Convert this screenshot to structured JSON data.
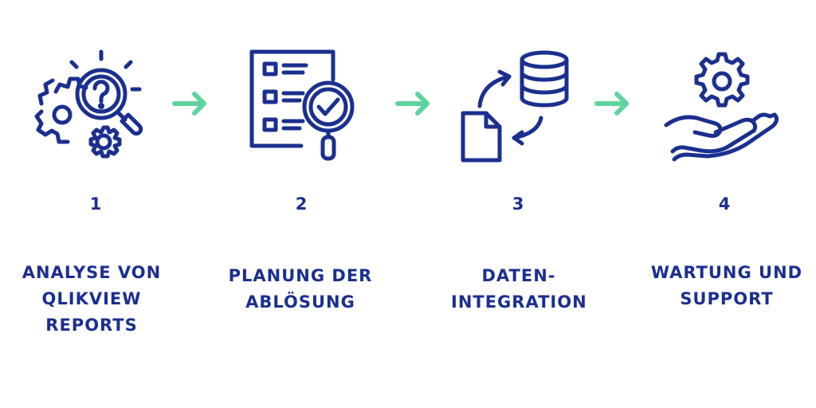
{
  "colors": {
    "primary": "#1b2f8f",
    "accent": "#5fd39e",
    "background": "#ffffff"
  },
  "steps": [
    {
      "number": "1",
      "label": "ANALYSE VON QLIKVIEW REPORTS",
      "icon": "gears-magnifier-question-icon"
    },
    {
      "number": "2",
      "label": "PLANUNG DER ABLÖSUNG",
      "icon": "checklist-magnifier-check-icon"
    },
    {
      "number": "3",
      "label": "DATEN-INTEGRATION",
      "icon": "document-database-sync-icon"
    },
    {
      "number": "4",
      "label": "WARTUNG UND SUPPORT",
      "icon": "hand-gear-icon"
    }
  ],
  "arrows": [
    "arrow-right-icon",
    "arrow-right-icon",
    "arrow-right-icon"
  ]
}
